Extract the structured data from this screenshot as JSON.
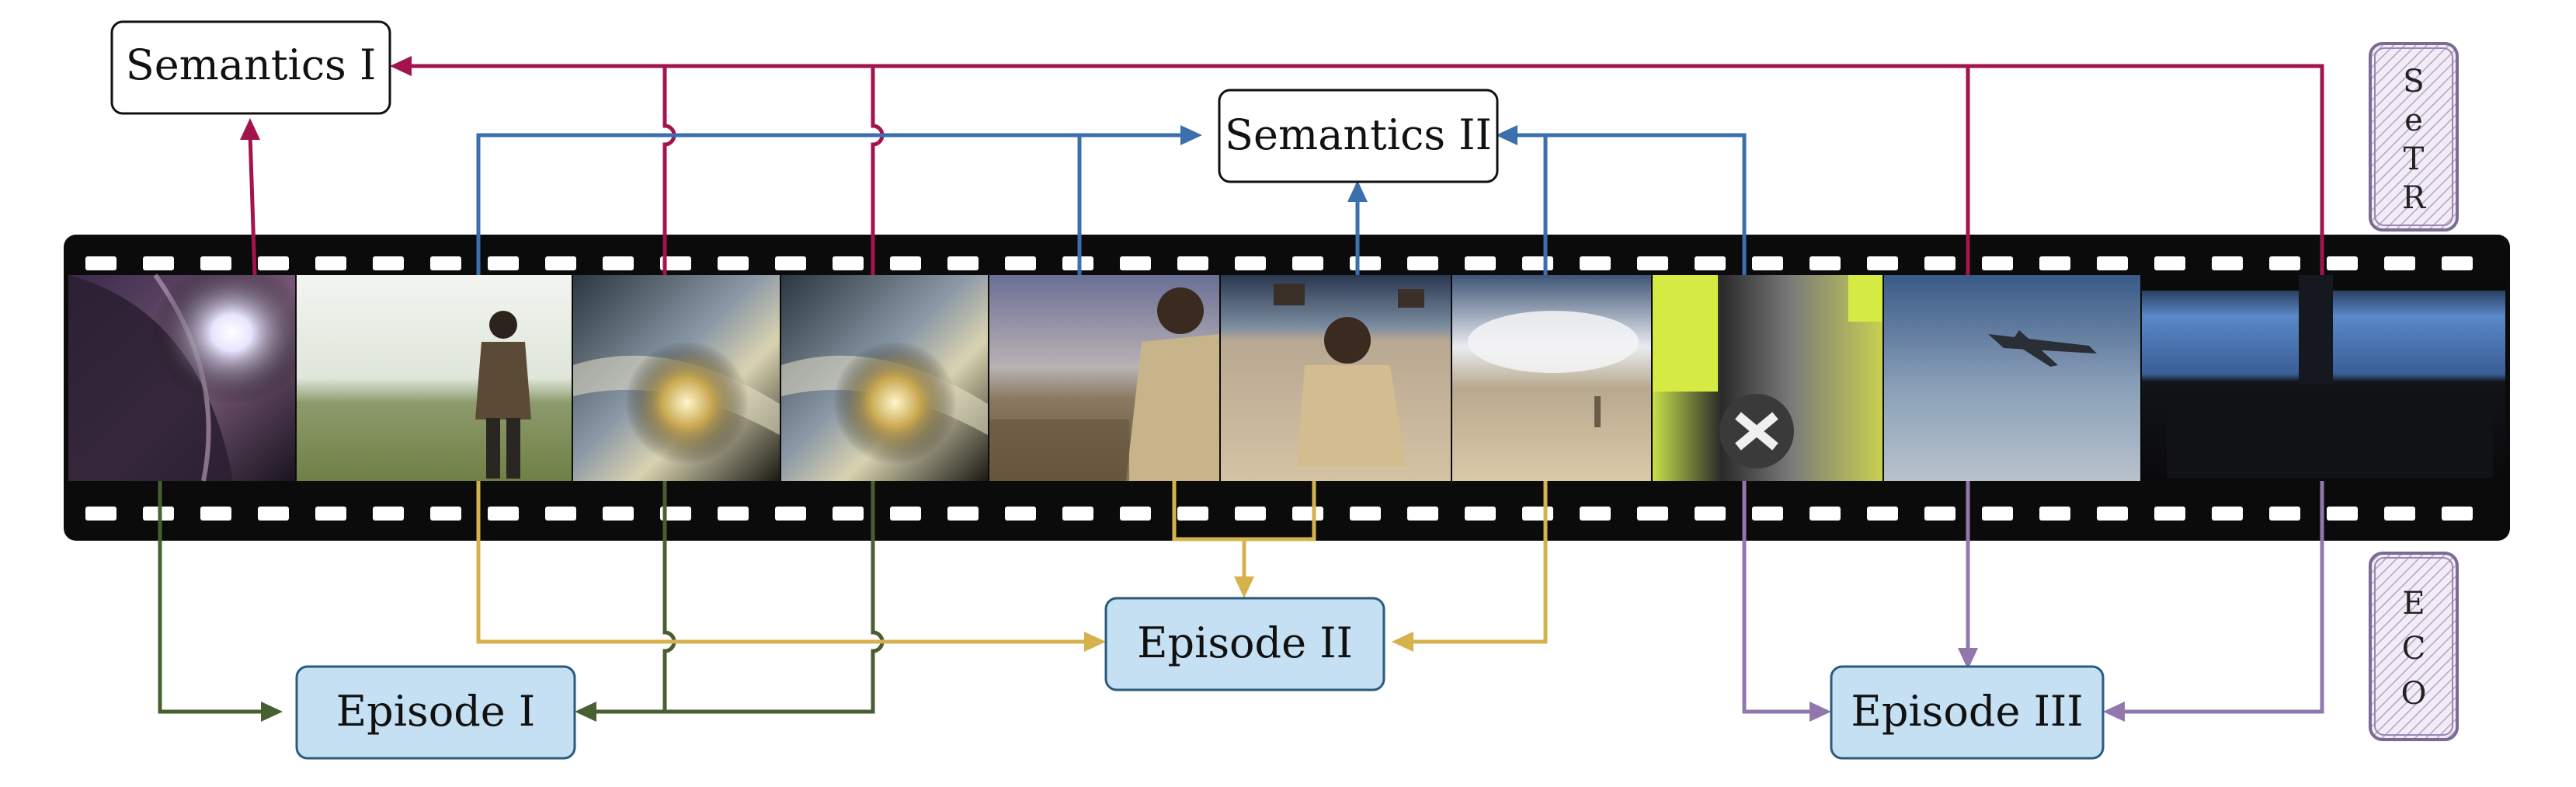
{
  "nodes": {
    "semantics_1": {
      "label": "Semantics I"
    },
    "semantics_2": {
      "label": "Semantics II"
    },
    "episode_1": {
      "label": "Episode I"
    },
    "episode_2": {
      "label": "Episode II"
    },
    "episode_3": {
      "label": "Episode III"
    }
  },
  "side_labels": {
    "top": {
      "letters": [
        "S",
        "e",
        "T",
        "R"
      ]
    },
    "bottom": {
      "letters": [
        "E",
        "C",
        "O"
      ]
    }
  },
  "frames": [
    {
      "name": "frame-planet-space"
    },
    {
      "name": "frame-man-grassland"
    },
    {
      "name": "frame-galaxy-1"
    },
    {
      "name": "frame-galaxy-2"
    },
    {
      "name": "frame-man-desert-portrait"
    },
    {
      "name": "frame-man-crouching-desert"
    },
    {
      "name": "frame-desert-clouds"
    },
    {
      "name": "frame-crew-helmet"
    },
    {
      "name": "frame-jet-flying"
    },
    {
      "name": "frame-cockpit"
    }
  ],
  "colors": {
    "semantics_1": "#a3144e",
    "semantics_2": "#3b6fae",
    "episode_1": "#485f32",
    "episode_2": "#d6b24c",
    "episode_3": "#9078ae",
    "episode_box_fill": "#c5e0f2",
    "film": "#0b0b0b",
    "side_label_fill": "#f1ecf6",
    "side_label_hatch": "#b4a3c9"
  }
}
